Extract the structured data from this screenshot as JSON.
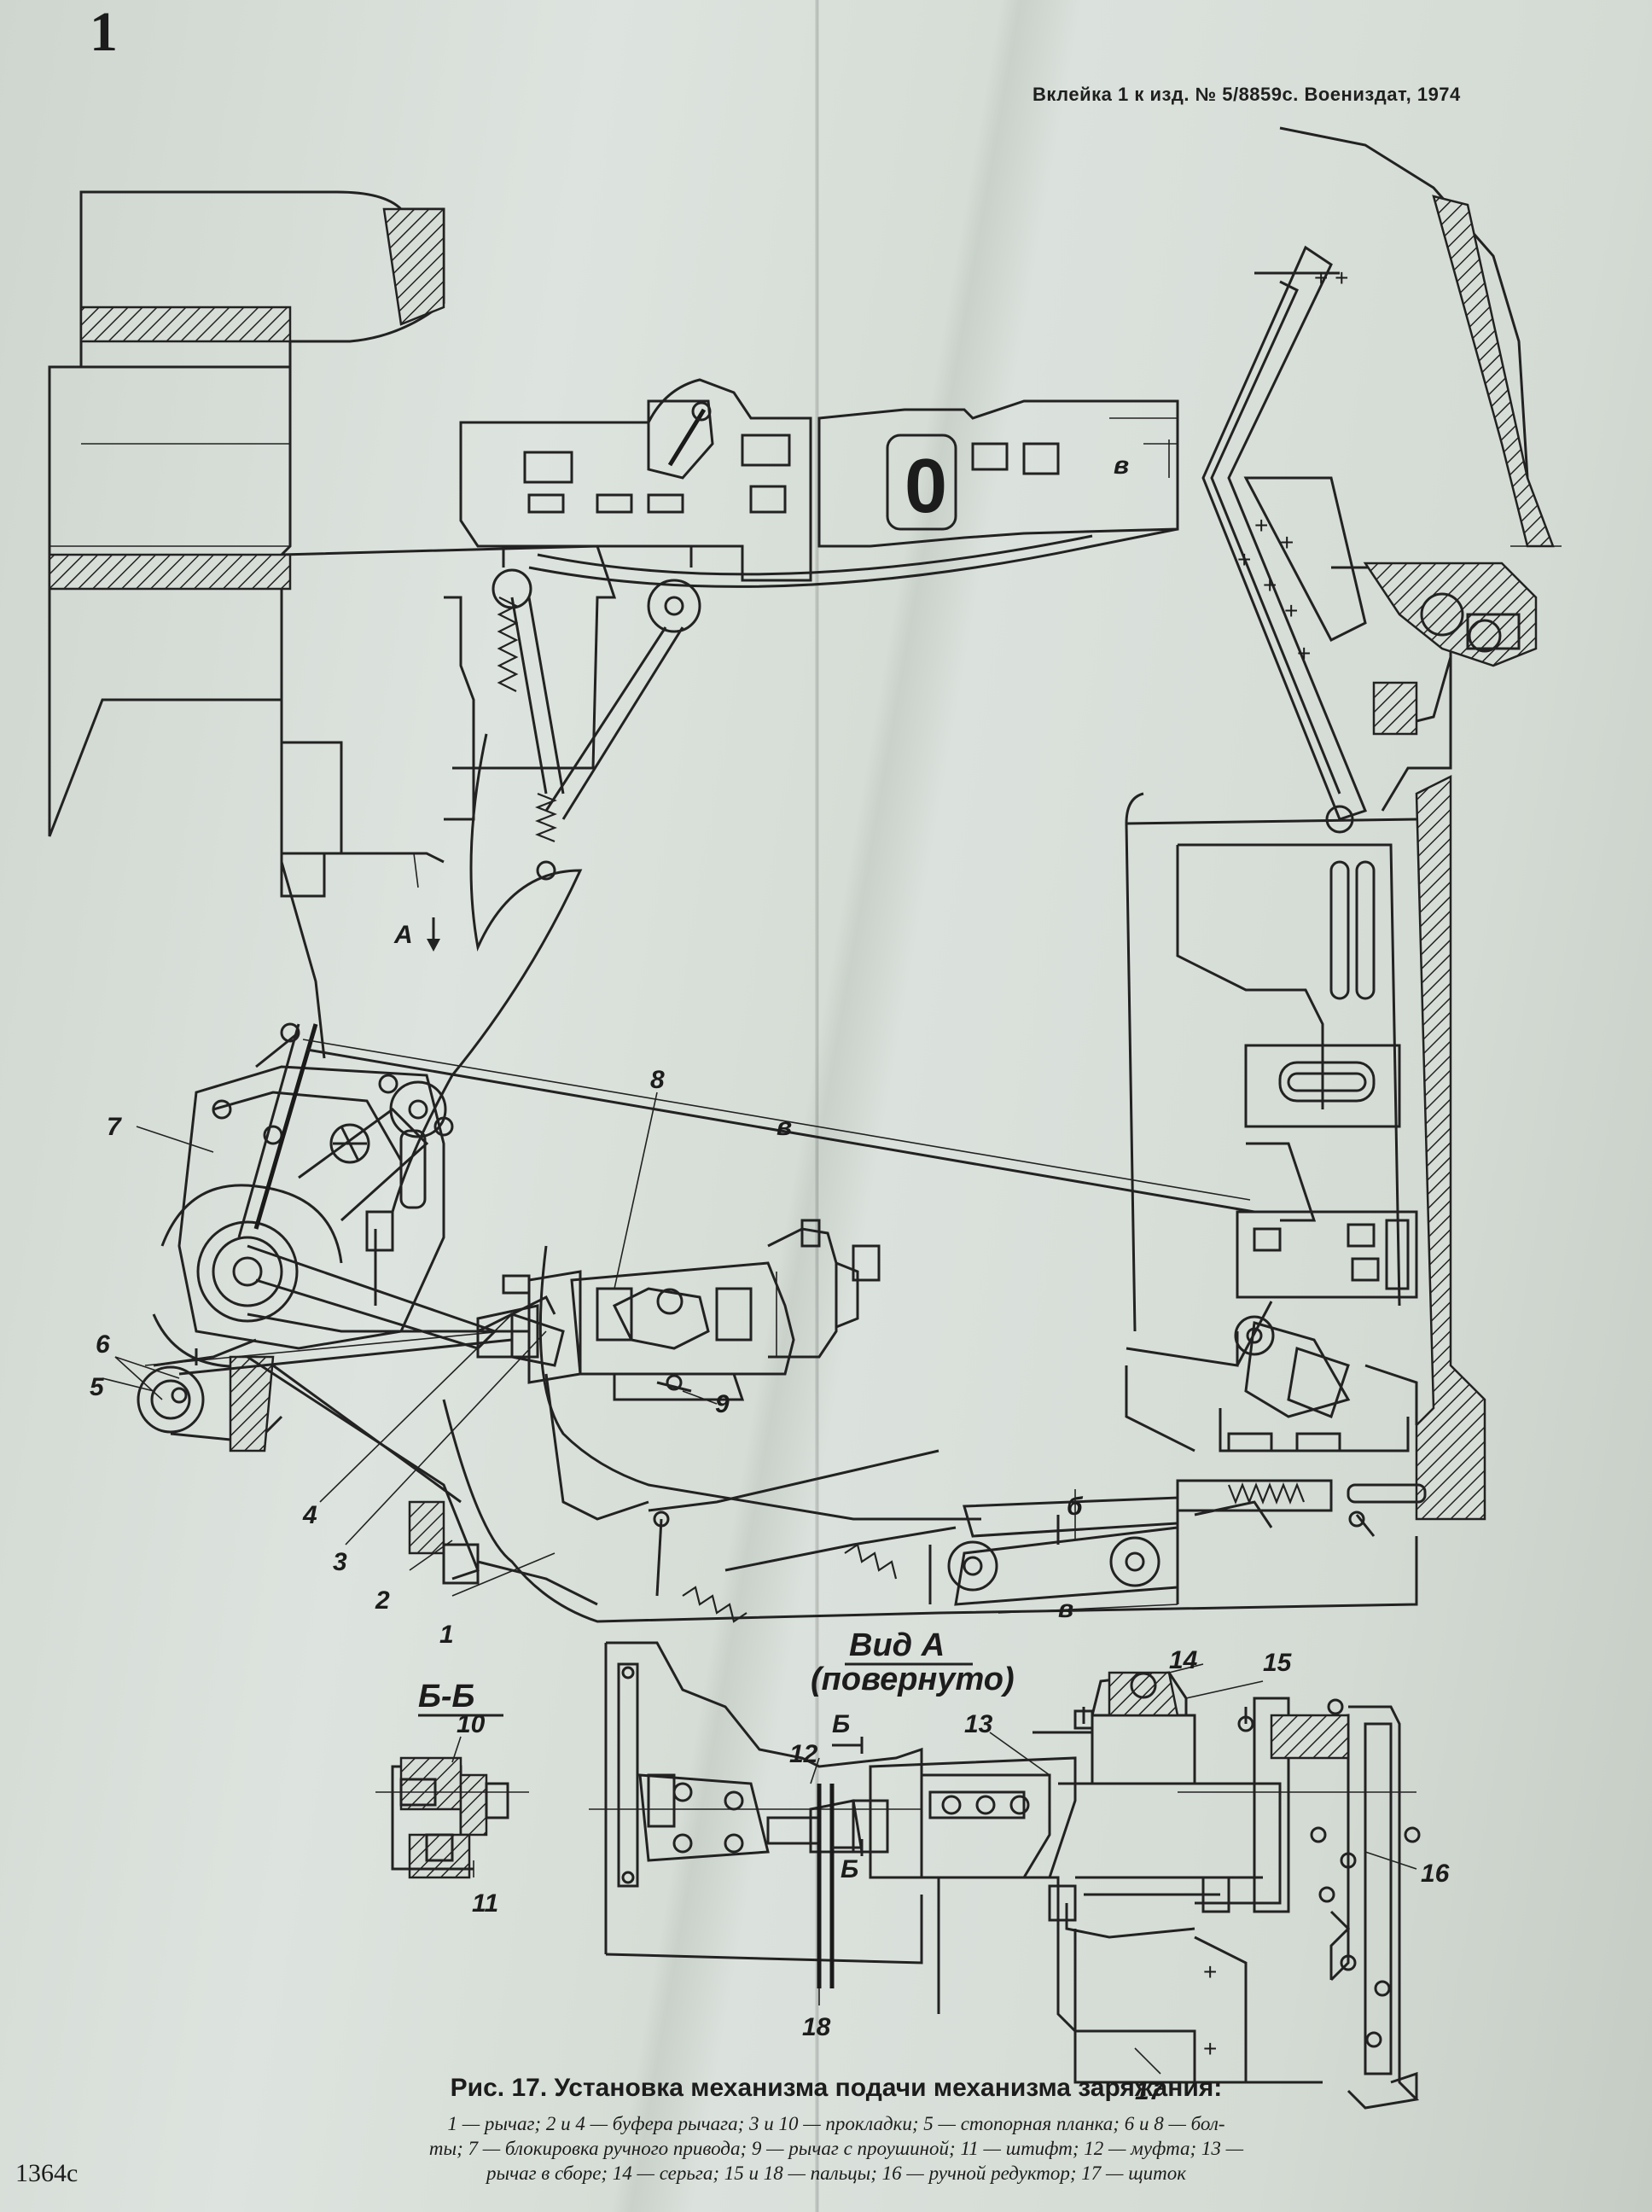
{
  "page_number": "1",
  "insert_note": "Вклейка 1 к изд. № 5/8859с. Воениздат, 1974",
  "callouts": {
    "c1": "1",
    "c2": "2",
    "c3": "3",
    "c4": "4",
    "c5": "5",
    "c6": "6",
    "c7": "7",
    "c8": "8",
    "c9": "9",
    "c10": "10",
    "c11": "11",
    "c12": "12",
    "c13": "13",
    "c14": "14",
    "c15": "15",
    "c16": "16",
    "c17": "17",
    "c18": "18"
  },
  "marks": {
    "view_arrow": "А",
    "dim_v1": "в",
    "dim_v2": "в",
    "dim_v3": "в",
    "dim_b": "б",
    "section_arrow_1": "Б",
    "section_arrow_2": "Б"
  },
  "views": {
    "section_bb": "Б-Б",
    "view_a": "Вид А",
    "view_a_note": "(повернуто)"
  },
  "caption": {
    "title": "Рис. 17. Установка механизма подачи механизма заряжания:",
    "legend_lines": [
      "1 — рычаг; 2 и 4 — буфера рычага; 3 и 10 — прокладки; 5 — стопорная планка; 6 и 8 — бол-",
      "ты; 7 — блокировка ручного привода; 9 — рычаг с проушиной; 11 — штифт; 12 — муфта; 13 —",
      "рычаг в сборе; 14 — серьга; 15 и 18 — пальцы; 16 — ручной редуктор; 17 — щиток"
    ]
  },
  "print_code": "1364с"
}
